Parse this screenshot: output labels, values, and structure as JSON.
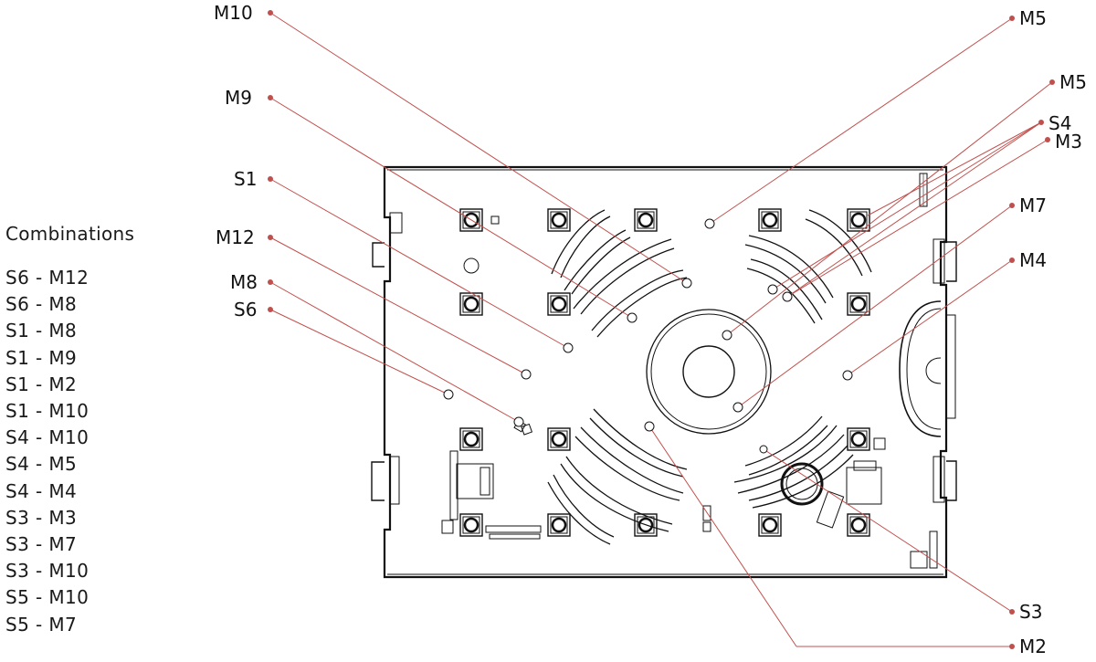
{
  "combinations": {
    "title": "Combinations",
    "items": [
      "S6 - M12",
      "S6 - M8",
      "S1 - M8",
      "S1 - M9",
      "S1 - M2",
      "S1 - M10",
      "S4 - M10",
      "S4 - M5",
      "S4 - M4",
      "S3 - M3",
      "S3 - M7",
      "S3 - M10",
      "S5 - M10",
      "S5 - M7"
    ]
  },
  "labels": {
    "m10": "M10",
    "m9": "M9",
    "s1": "S1",
    "m12": "M12",
    "m8": "M8",
    "s6": "S6",
    "m5a": "M5",
    "m5b": "M5",
    "s4": "S4",
    "m3": "M3",
    "m7": "M7",
    "m4": "M4",
    "s3": "S3",
    "m2": "M2"
  },
  "colors": {
    "leader": "#c0504d",
    "outline": "#111111"
  }
}
